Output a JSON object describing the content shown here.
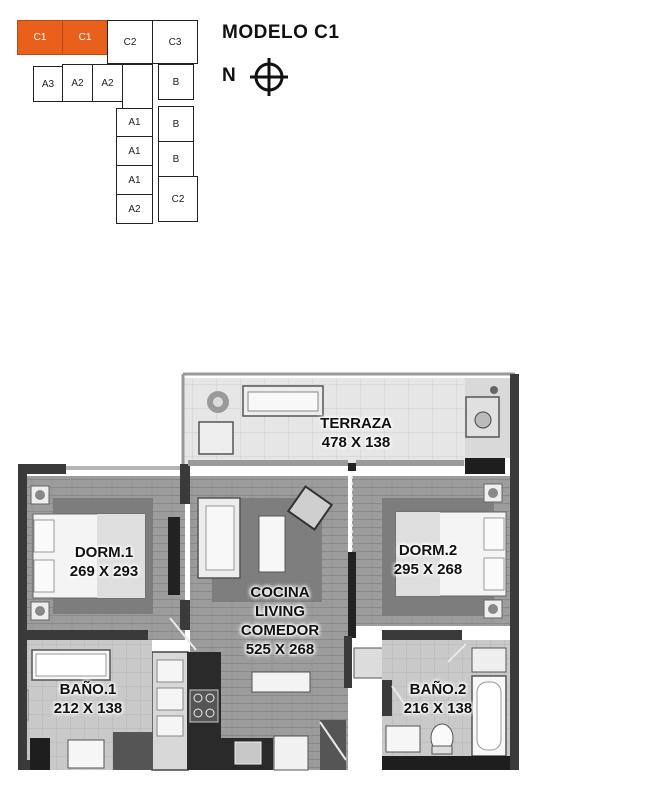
{
  "header": {
    "title": "MODELO C1",
    "north_label": "N",
    "compass_icon": "compass-icon"
  },
  "key_plan": {
    "highlight_color": "#e8601c",
    "units": [
      "C1",
      "C1",
      "C2",
      "C3",
      "A3",
      "A2",
      "A2",
      "B",
      "A1",
      "B",
      "A1",
      "B",
      "A1",
      "A2",
      "C2"
    ],
    "highlighted_unit": "C1"
  },
  "floor_plan": {
    "rooms": {
      "terraza": {
        "name": "TERRAZA",
        "size": "478 X 138"
      },
      "dorm1": {
        "name": "DORM.1",
        "size": "269 X 293"
      },
      "dorm2": {
        "name": "DORM.2",
        "size": "295 X 268"
      },
      "cocina": {
        "line1": "COCINA",
        "line2": "LIVING",
        "line3": "COMEDOR",
        "size": "525 X 268"
      },
      "bano1": {
        "name": "BAÑO.1",
        "size": "212 X 138"
      },
      "bano2": {
        "name": "BAÑO.2",
        "size": "216 X 138"
      }
    }
  }
}
